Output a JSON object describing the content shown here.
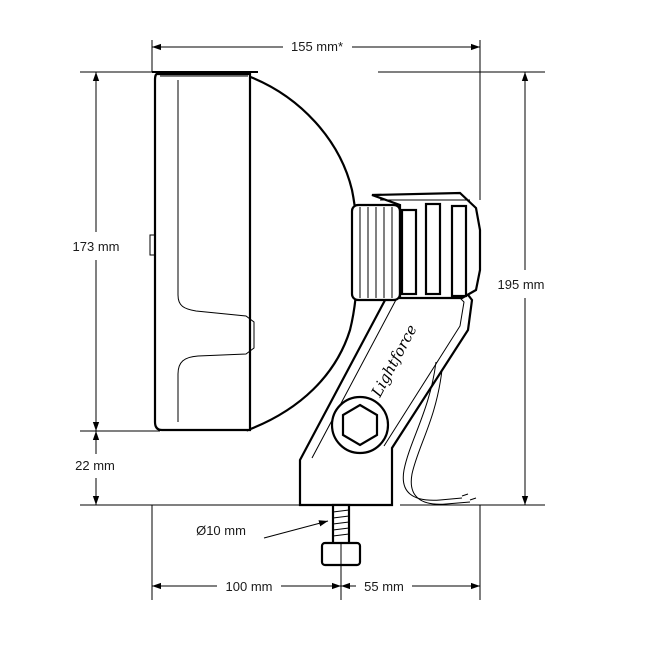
{
  "dimensions": {
    "overall_width": "155 mm*",
    "lamp_height": "173 mm",
    "overall_height": "195 mm",
    "base_height": "22 mm",
    "bolt_diameter": "Ø10 mm",
    "front_to_bolt": "100 mm",
    "bolt_to_rear": "55 mm"
  },
  "branding": {
    "logo_text": "Lightforce"
  }
}
